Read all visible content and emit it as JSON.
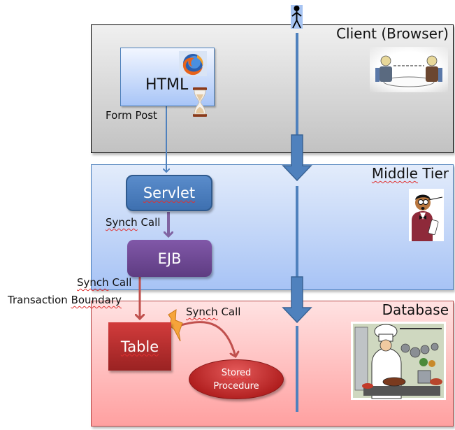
{
  "tiers": {
    "client": {
      "title": "Client (Browser)"
    },
    "middle": {
      "title_word1": "Middle",
      "title_word2": "Tier"
    },
    "database": {
      "title": "Database"
    }
  },
  "nodes": {
    "html": "HTML",
    "servlet": "Servlet",
    "ejb": "EJB",
    "table": "Table",
    "stored_procedure_line1": "Stored",
    "stored_procedure_line2": "Procedure"
  },
  "labels": {
    "form_post": "Form Post",
    "servlet_to_ejb": {
      "word1": "Synch",
      "word2": "Call"
    },
    "ejb_to_table": {
      "word1": "Synch",
      "word2": "Call"
    },
    "transaction_boundary": {
      "word1": "Transaction",
      "word2": "Boundary"
    },
    "table_to_sp": {
      "word1": "Synch",
      "word2": "Call"
    }
  },
  "icons": {
    "user": "stick-figure-user",
    "browser": "firefox-logo",
    "wait": "hourglass",
    "client_image": "business-meeting-illustration",
    "middle_image": "waiter-illustration",
    "database_image": "chef-kitchen-illustration",
    "trigger": "lightning-bolt"
  },
  "colors": {
    "client_border": "#000000",
    "middle_border": "#4a7ebb",
    "database_border": "#b84646",
    "flow_arrow": "#4f81bd",
    "servlet": "#4f81bd",
    "ejb": "#7030a0",
    "table": "#c0392b",
    "servlet_ejb_arrow": "#8064a2",
    "db_arrow": "#c0504d"
  }
}
